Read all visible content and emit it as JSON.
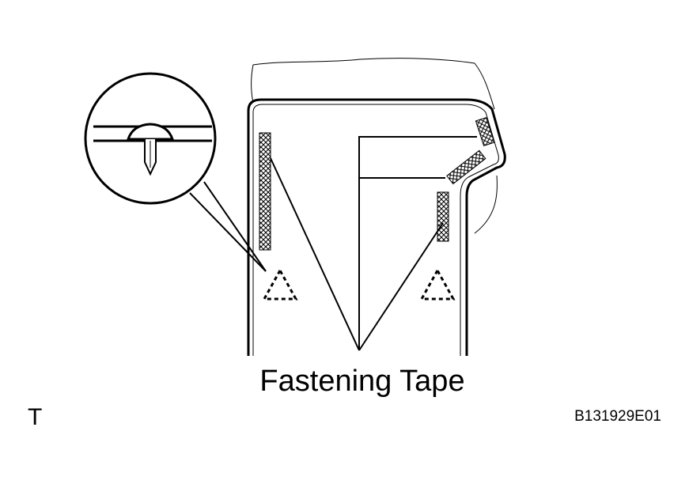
{
  "labels": {
    "fastening_tape": "Fastening Tape",
    "corner_mark": "T",
    "figure_code": "B131929E01"
  },
  "colors": {
    "line": "#000000",
    "background": "#ffffff"
  },
  "icons": {
    "clip_marker": "dashed-triangle-icon",
    "clip_detail": "magnified-clip-icon",
    "tape": "crosshatch-tape-icon"
  }
}
